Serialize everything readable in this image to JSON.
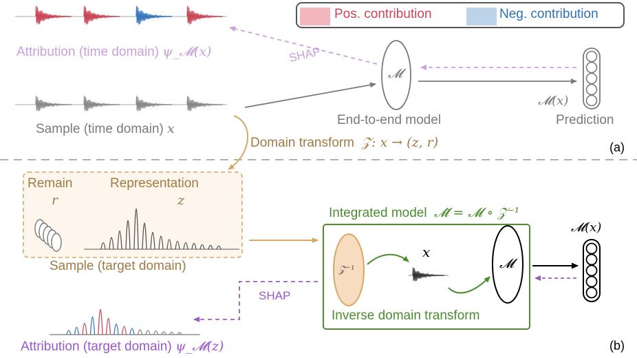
{
  "legend": {
    "pos_label": "Pos. contribution",
    "neg_label": "Neg. contribution",
    "pos_color": "#f4b6bd",
    "neg_color": "#bdd3ea",
    "pos_text_color": "#cc4455",
    "neg_text_color": "#2f6fb3"
  },
  "panel_a": {
    "attribution_time": "Attribution (time domain)",
    "attribution_time_math": "ψ_𝓜(x)",
    "shap_label": "SHAP",
    "sample_time": "Sample (time domain)",
    "sample_time_math": "x",
    "model_symbol": "𝓜",
    "model_label": "End-to-end model",
    "output_math": "𝓜(x)",
    "prediction_label": "Prediction",
    "domain_transform": "Domain transform",
    "domain_transform_math": "𝒵: x → (z, r)",
    "panel_tag": "(a)"
  },
  "panel_b": {
    "remain_label": "Remain",
    "remain_math": "r",
    "representation_label": "Representation",
    "representation_math": "z",
    "sample_target": "Sample (target domain)",
    "integrated_label": "Integrated model",
    "integrated_math": "𝓜̃ = 𝓜 ∘ 𝒵⁻¹",
    "inverse_symbol": "𝒵⁻¹",
    "x_symbol": "x",
    "model_symbol": "𝓜",
    "inverse_label": "Inverse domain transform",
    "output_math": "𝓜(x)",
    "shap_label": "SHAP",
    "attribution_target": "Attribution (target domain)",
    "attribution_target_math": "ψ_𝓜(z)",
    "panel_tag": "(b)"
  },
  "colors": {
    "gray": "#7a7a7a",
    "lilac": "#c9a0dc",
    "purple": "#9b59c6",
    "tan": "#c8a06a",
    "tan_text": "#a07a44",
    "green": "#4c8c2f",
    "red": "#c84a5a",
    "blue": "#3a78c0"
  }
}
